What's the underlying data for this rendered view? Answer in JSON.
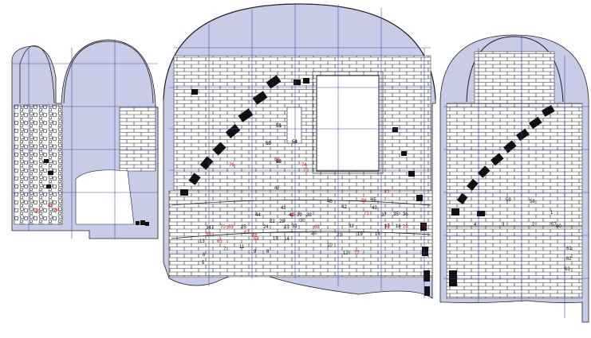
{
  "palette": {
    "shade": "#c9cce6",
    "grid": "#3340a8",
    "wall_line": "#1a1a1a",
    "dark_stone": "#111111",
    "label_black": "#111111",
    "label_red": "#d01818",
    "paper": "#ffffff"
  },
  "panels": [
    {
      "id": "left-panel"
    },
    {
      "id": "center-panel"
    },
    {
      "id": "right-panel"
    }
  ],
  "window_opening": {
    "id": "central-window"
  },
  "labels_black": [
    "51",
    "52",
    "50",
    "48",
    "47",
    "41",
    "46",
    "45",
    "42",
    "43",
    "44",
    "40",
    "39",
    "38",
    "37",
    "35",
    "36",
    "347",
    "25",
    "24",
    "23",
    "22",
    "29",
    "30",
    "31",
    "32",
    "20",
    "21",
    "16",
    "17",
    "18",
    "19",
    "15",
    "14",
    "13",
    "11",
    "10",
    "12",
    "9",
    "8",
    "7",
    "6",
    "5",
    "4",
    "3",
    "2",
    "1",
    "57",
    "58",
    "59",
    "60",
    "61",
    "62",
    "63",
    "55",
    "54",
    "53",
    "56"
  ],
  "labels_red": [
    "82",
    "76",
    "74",
    "73",
    "72",
    "86",
    "80",
    "71",
    "70",
    "69",
    "68",
    "67",
    "66",
    "65",
    "64",
    "79",
    "78",
    "77",
    "75",
    "81",
    "83",
    "84",
    "85"
  ]
}
